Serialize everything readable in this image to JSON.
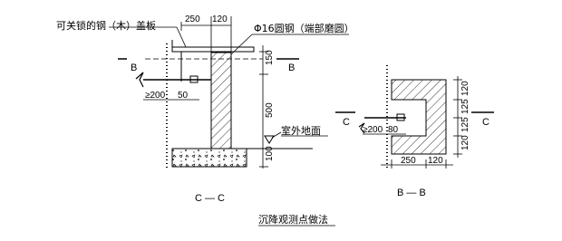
{
  "caption": "沉降观测点做法",
  "left_view": {
    "section_title": "C — C",
    "cover_label": "可关锁的钢（木）盖板",
    "bar_label": "Φ16圆钢（端部磨圆）",
    "ground_label": "室外地面",
    "cut_mark": "B",
    "dim_top_1": "250",
    "dim_top_2": "120",
    "dim_right_1": "150",
    "dim_right_2": "500",
    "dim_right_3": "100",
    "dim_bar": "≥200",
    "dim_bar_2": "50"
  },
  "right_view": {
    "section_title": "B — B",
    "cut_mark": "C",
    "dim_bottom_1": "250",
    "dim_bottom_2": "120",
    "dim_right_1": "120",
    "dim_right_2": "125",
    "dim_right_3": "125",
    "dim_right_4": "120",
    "dim_bar": "≥200",
    "dim_bar_2": "80"
  }
}
